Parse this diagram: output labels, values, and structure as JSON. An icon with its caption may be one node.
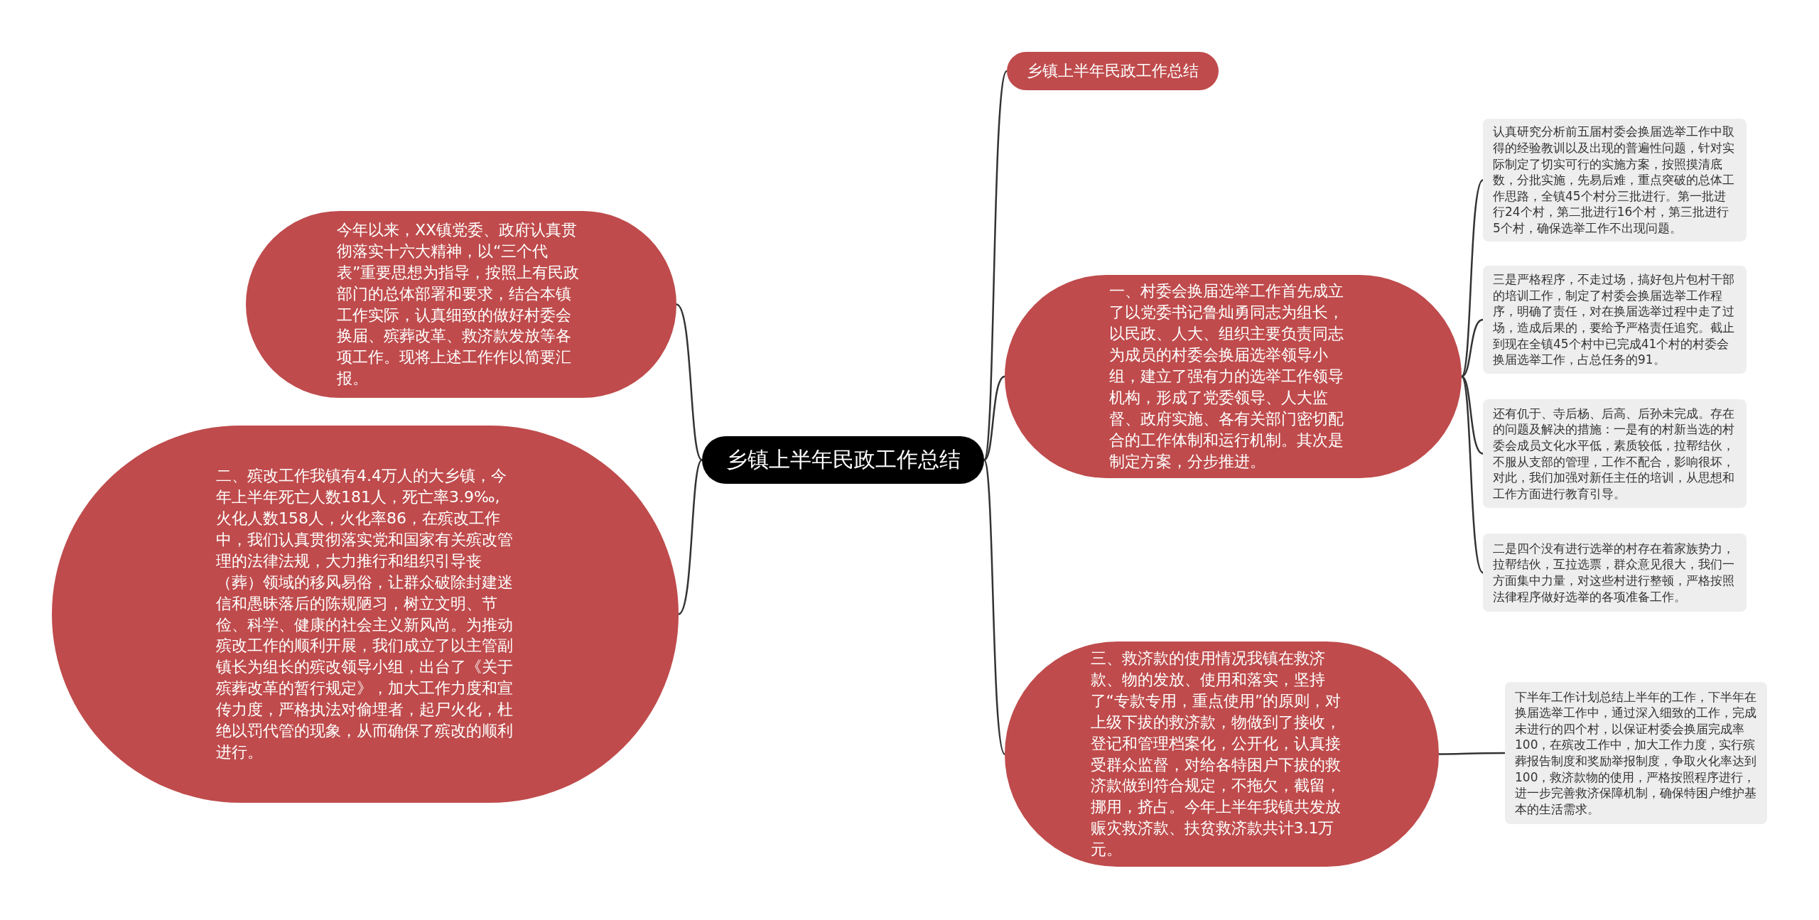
{
  "diagram": {
    "nodes": [
      {
        "text": [
          "乡镇上半年民政工作总结"
        ]
      },
      {
        "text": [
          "乡镇上半年民政工作总结"
        ]
      },
      {
        "text": [
          "今年以来，XX镇党委、政府认真贯彻落实十六大精神，以“三个代表”重要思想为指导，按照上有民政部门的总体部署和要求，结合本镇工作实际，认真细致的做好村委会换届、殡葬改革、救济款发放等各项工作。现将上述工作作以简要汇报。"
        ]
      },
      {
        "text": [
          "二、殡改工作我镇有4.4万人的大乡镇，今年上半年死亡人数181人，死亡率3.9‰,火化人数158人，火化率86，在殡改工作中，我们认真贯彻落实党和国家有关殡改管理的法律法规，大力推行和组织引导丧（葬）领域的移风易俗，让群众破除封建迷信和愚昧落后的陈规陋习，树立文明、节俭、科学、健康的社会主义新风尚。为推动殡改工作的顺利开展，我们成立了以主管副镇长为组长的殡改领导小组，出台了《关于殡葬改革的暂行规定》，加大工作力度和宣传力度，严格执法对偷埋者，起尸火化，杜绝以罚代管的现象，从而确保了殡改的顺利进行。"
        ]
      },
      {
        "text": [
          "一、村委会换届选举工作首先成立了以党委书记鲁灿勇同志为组长，以民政、人大、组织主要负责同志为成员的村委会换届选举领导小组，建立了强有力的选举工作领导机构，形成了党委领导、人大监督、政府实施、各有关部门密切配合的工作体制和运行机制。其次是制定方案，分步推进。"
        ]
      },
      {
        "text": [
          "认真研究分析前五届村委会换届选举工作中取得的经验教训以及出现的普遍性问题，针对实际制定了切实可行的实施方案，按照摸清底数，分批实施，先易后难，重点突破的总体工作思路，全镇45个村分三批进行。第一批进行24个村，第二批进行16个村，第三批进行5个村，确保选举工作不出现问题。"
        ]
      },
      {
        "text": [
          "三是严格程序，不走过场，搞好包片包村干部的培训工作，制定了村委会换届选举工作程序，明确了责任，对在换届选举过程中走了过场，造成后果的，要给予严格责任追究。截止到现在全镇45个村中已完成41个村的村委会换届选举工作，占总任务的91。"
        ]
      },
      {
        "text": [
          "还有仉于、寺后杨、后高、后孙未完成。存在的问题及解决的措施：一是有的村新当选的村委会成员文化水平低，素质较低，拉帮结伙，不服从支部的管理，工作不配合，影响很坏，对此，我们加强对新任主任的培训，从思想和工作方面进行教育引导。"
        ]
      },
      {
        "text": [
          "二是四个没有进行选举的村存在着家族势力，拉帮结伙，互拉选票，群众意见很大，我们一方面集中力量，对这些村进行整顿，严格按照法律程序做好选举的各项准备工作。"
        ]
      },
      {
        "text": [
          "三、救济款的使用情况我镇在救济款、物的发放、使用和落实，坚持了“专款专用，重点使用”的原则，对上级下拔的救济款，物做到了接收，登记和管理档案化，公开化，认真接受群众监督，对给各特困户下拔的救济款做到符合规定，不拖欠，截留，挪用，挤占。今年上半年我镇共发放赈灾救济款、扶贫救济款共计3.1万元。"
        ]
      },
      {
        "text": [
          "下半年工作计划总结上半年的工作，下半年在换届选举工作中，通过深入细致的工作，完成未进行的四个村，以保证村委会换届完成率100，在殡改工作中，加大工作力度，实行殡葬报告制度和奖励举报制度，争取火化率达到100，救济款物的使用，严格按照程序进行，进一步完善救济保障机制，确保特困户维护基本的生活需求。"
        ]
      }
    ],
    "edges": [
      {
        "from": 0,
        "to": 1,
        "arrow": "none"
      },
      {
        "from": 0,
        "to": 2,
        "arrow": "none"
      },
      {
        "from": 0,
        "to": 3,
        "arrow": "none"
      },
      {
        "from": 0,
        "to": 4,
        "arrow": "none"
      },
      {
        "from": 0,
        "to": 9,
        "arrow": "none"
      },
      {
        "from": 4,
        "to": 5,
        "arrow": "none"
      },
      {
        "from": 4,
        "to": 6,
        "arrow": "none"
      },
      {
        "from": 4,
        "to": 7,
        "arrow": "none"
      },
      {
        "from": 4,
        "to": 8,
        "arrow": "none"
      },
      {
        "from": 9,
        "to": 10,
        "arrow": "none"
      }
    ]
  }
}
